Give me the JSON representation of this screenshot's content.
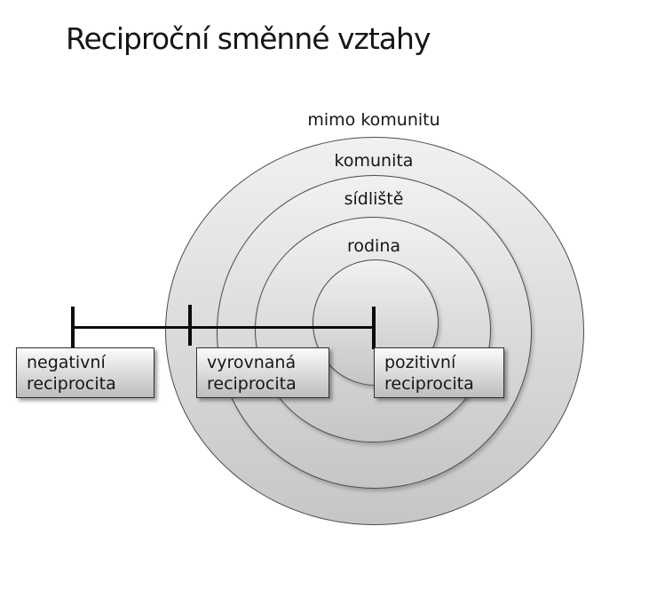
{
  "title": "Reciproční směnné vztahy",
  "rings": [
    {
      "label": "mimo komunitu"
    },
    {
      "label": "komunita"
    },
    {
      "label": "sídliště"
    },
    {
      "label": "rodina"
    }
  ],
  "boxes": [
    {
      "line1": "negativní",
      "line2": "reciprocita"
    },
    {
      "line1": "vyrovnaná",
      "line2": "reciprocita"
    },
    {
      "line1": "pozitivní",
      "line2": "reciprocita"
    }
  ],
  "colors": {
    "ellipse_fill_top": "#f1f1f1",
    "ellipse_fill_bottom": "#c6c6c6",
    "ellipse_stroke": "#4a4a4a",
    "connector": "#0b0b0b",
    "box_fill_top": "#fbfbfb",
    "box_fill_bottom": "#bdbdbd",
    "box_border": "#303030",
    "text": "#161616"
  }
}
